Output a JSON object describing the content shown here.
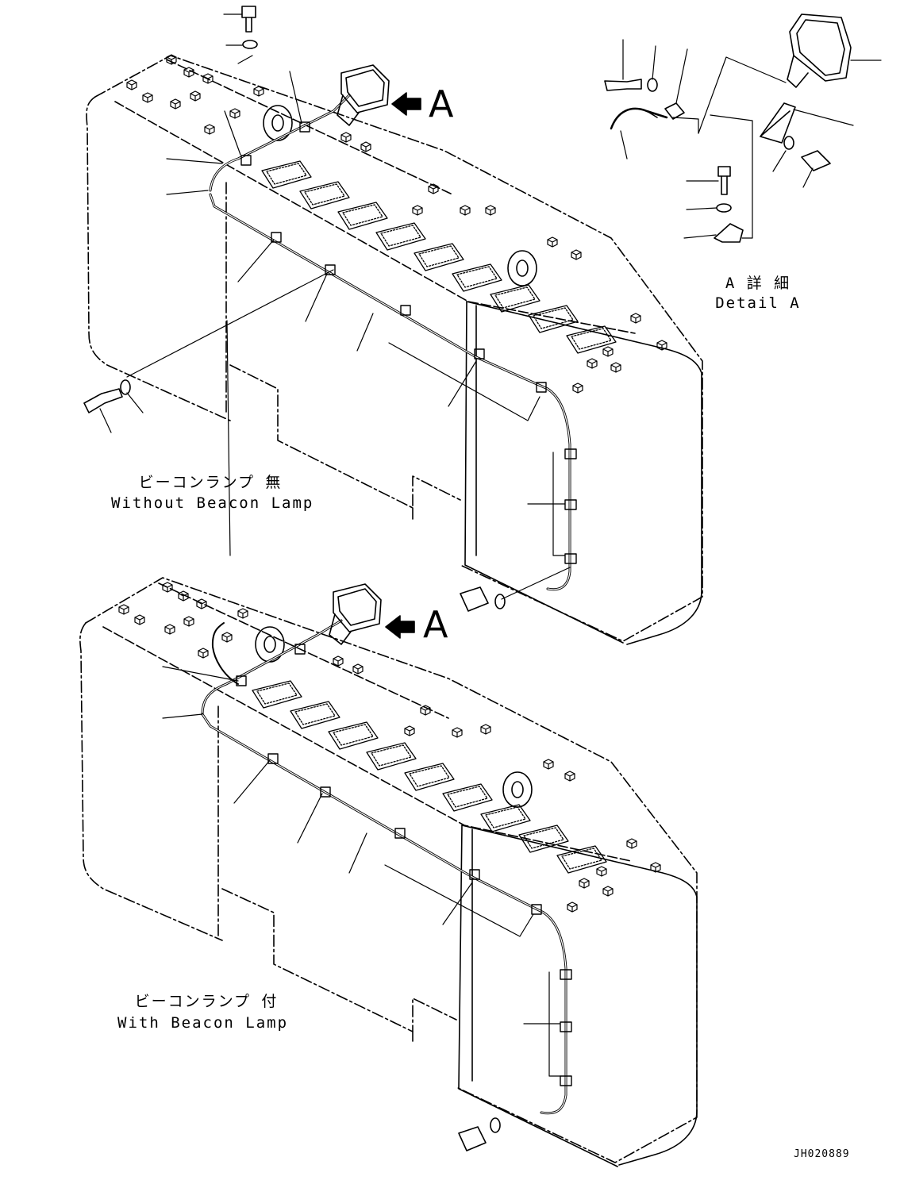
{
  "labels": {
    "detail_jp": "A 詳 細",
    "detail_en": "Detail A",
    "without_jp": "ビーコンランプ 無",
    "without_en": "Without Beacon Lamp",
    "with_jp": "ビーコンランプ 付",
    "with_en": "With Beacon Lamp",
    "view_arrow_top": "A",
    "view_arrow_bottom": "A",
    "drawing_code": "JH020889"
  },
  "colors": {
    "ink": "#000000",
    "paper": "#ffffff"
  }
}
